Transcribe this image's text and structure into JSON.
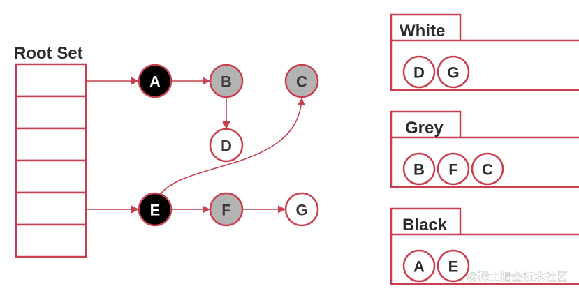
{
  "root_set": {
    "label": "Root Set",
    "slot_count": 6
  },
  "nodes": {
    "A": {
      "label": "A",
      "color": "black"
    },
    "B": {
      "label": "B",
      "color": "grey"
    },
    "C": {
      "label": "C",
      "color": "grey"
    },
    "D": {
      "label": "D",
      "color": "white"
    },
    "E": {
      "label": "E",
      "color": "black"
    },
    "F": {
      "label": "F",
      "color": "grey"
    },
    "G": {
      "label": "G",
      "color": "white"
    }
  },
  "edges": [
    {
      "from": "root-slot-1",
      "to": "A"
    },
    {
      "from": "A",
      "to": "B"
    },
    {
      "from": "B",
      "to": "D"
    },
    {
      "from": "root-slot-5",
      "to": "E"
    },
    {
      "from": "E",
      "to": "F"
    },
    {
      "from": "F",
      "to": "G"
    },
    {
      "from": "E",
      "to": "C"
    }
  ],
  "sets": {
    "white": {
      "title": "White",
      "members": [
        "D",
        "G"
      ]
    },
    "grey": {
      "title": "Grey",
      "members": [
        "B",
        "F",
        "C"
      ]
    },
    "black": {
      "title": "Black",
      "members": [
        "A",
        "E"
      ]
    }
  },
  "colors": {
    "accent": "#c8404f",
    "black_fill": "#000000",
    "grey_fill": "#b3b3b3",
    "white_fill": "#ffffff",
    "node_text_dark": "#3a3a3a",
    "node_text_light": "#ffffff"
  },
  "watermark": "@稀土掘金技术社区"
}
